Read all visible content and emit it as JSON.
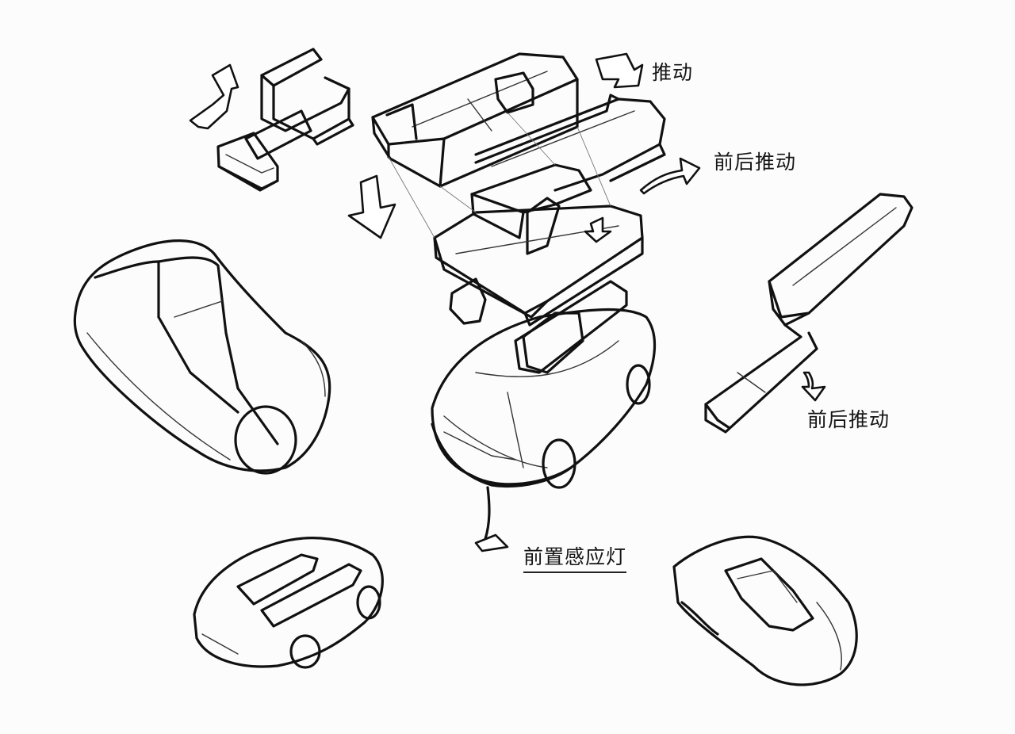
{
  "labels": {
    "push": "推动",
    "front_back_push_top": "前后推动",
    "front_back_push_right": "前后推动",
    "front_sensor_light": "前置感应灯"
  }
}
